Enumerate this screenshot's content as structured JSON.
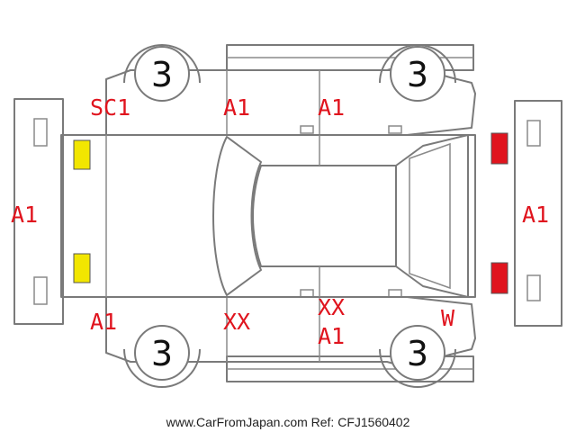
{
  "tire_marks": {
    "front_left": "3",
    "rear_left": "3",
    "front_right": "3",
    "rear_right": "3"
  },
  "damage_labels": {
    "front_bumper": "A1",
    "front_left_corner": "SC1",
    "front_left_door_top": "A1",
    "rear_left_door_top": "A1",
    "rear_bumper": "A1",
    "front_right_corner": "A1",
    "front_right_door_bottom": "XX",
    "rear_right_door_bottom_1": "XX",
    "rear_right_door_bottom_2": "A1",
    "rear_right_corner": "W"
  },
  "lamps": {
    "front_color": "#f2e600",
    "rear_color": "#e0141e"
  },
  "colors": {
    "label": "#e0141e",
    "outline": "#7a7a7a"
  },
  "footer": {
    "text": "www.CarFromJapan.com Ref: CFJ1560402"
  }
}
